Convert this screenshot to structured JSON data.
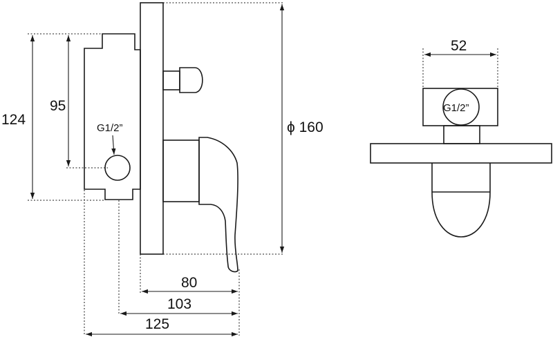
{
  "diagram": {
    "side_view": {
      "dimensions": {
        "width_80": "80",
        "width_103": "103",
        "width_125": "125",
        "height_124": "124",
        "height_95": "95",
        "diameter_160": "ϕ 160"
      },
      "thread_label": "G1/2”"
    },
    "front_view": {
      "dimensions": {
        "width_52": "52"
      },
      "thread_label": "G1/2”"
    }
  }
}
